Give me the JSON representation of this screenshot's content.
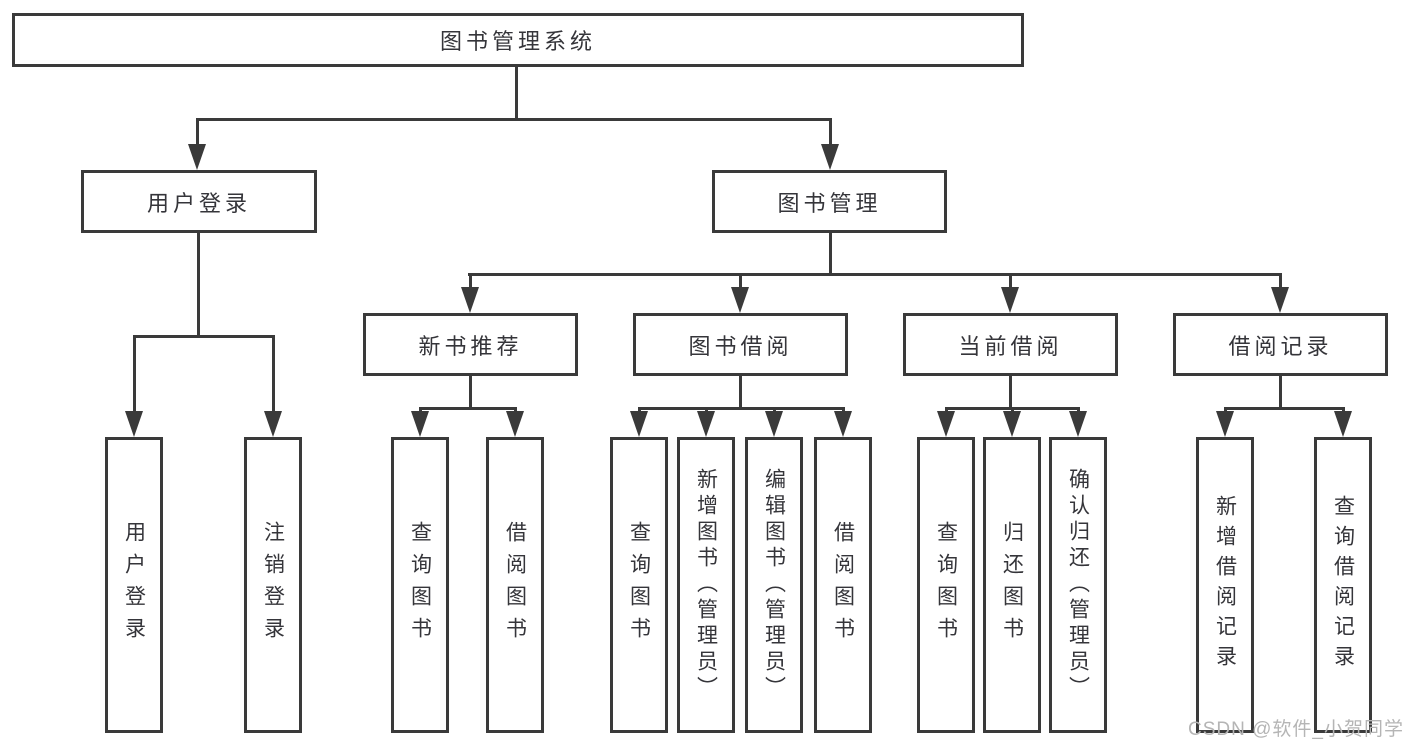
{
  "root": {
    "label": "图书管理系统"
  },
  "branches": {
    "user_login": {
      "label": "用户登录",
      "children": [
        {
          "label": "用户登录"
        },
        {
          "label": "注销登录"
        }
      ]
    },
    "book_mgmt": {
      "label": "图书管理",
      "sections": [
        {
          "label": "新书推荐",
          "children": [
            {
              "label": "查询图书"
            },
            {
              "label": "借阅图书"
            }
          ]
        },
        {
          "label": "图书借阅",
          "children": [
            {
              "label": "查询图书"
            },
            {
              "label": "新增图书（管理员）"
            },
            {
              "label": "编辑图书（管理员）"
            },
            {
              "label": "借阅图书"
            }
          ]
        },
        {
          "label": "当前借阅",
          "children": [
            {
              "label": "查询图书"
            },
            {
              "label": "归还图书"
            },
            {
              "label": "确认归还（管理员）"
            }
          ]
        },
        {
          "label": "借阅记录",
          "children": [
            {
              "label": "新增借阅记录"
            },
            {
              "label": "查询借阅记录"
            }
          ]
        }
      ]
    }
  },
  "watermark": "CSDN @软件_小贺同学",
  "colors": {
    "line": "#3a3a3a",
    "text": "#35353a",
    "watermark": "#b5b5b5",
    "background": "#ffffff"
  }
}
